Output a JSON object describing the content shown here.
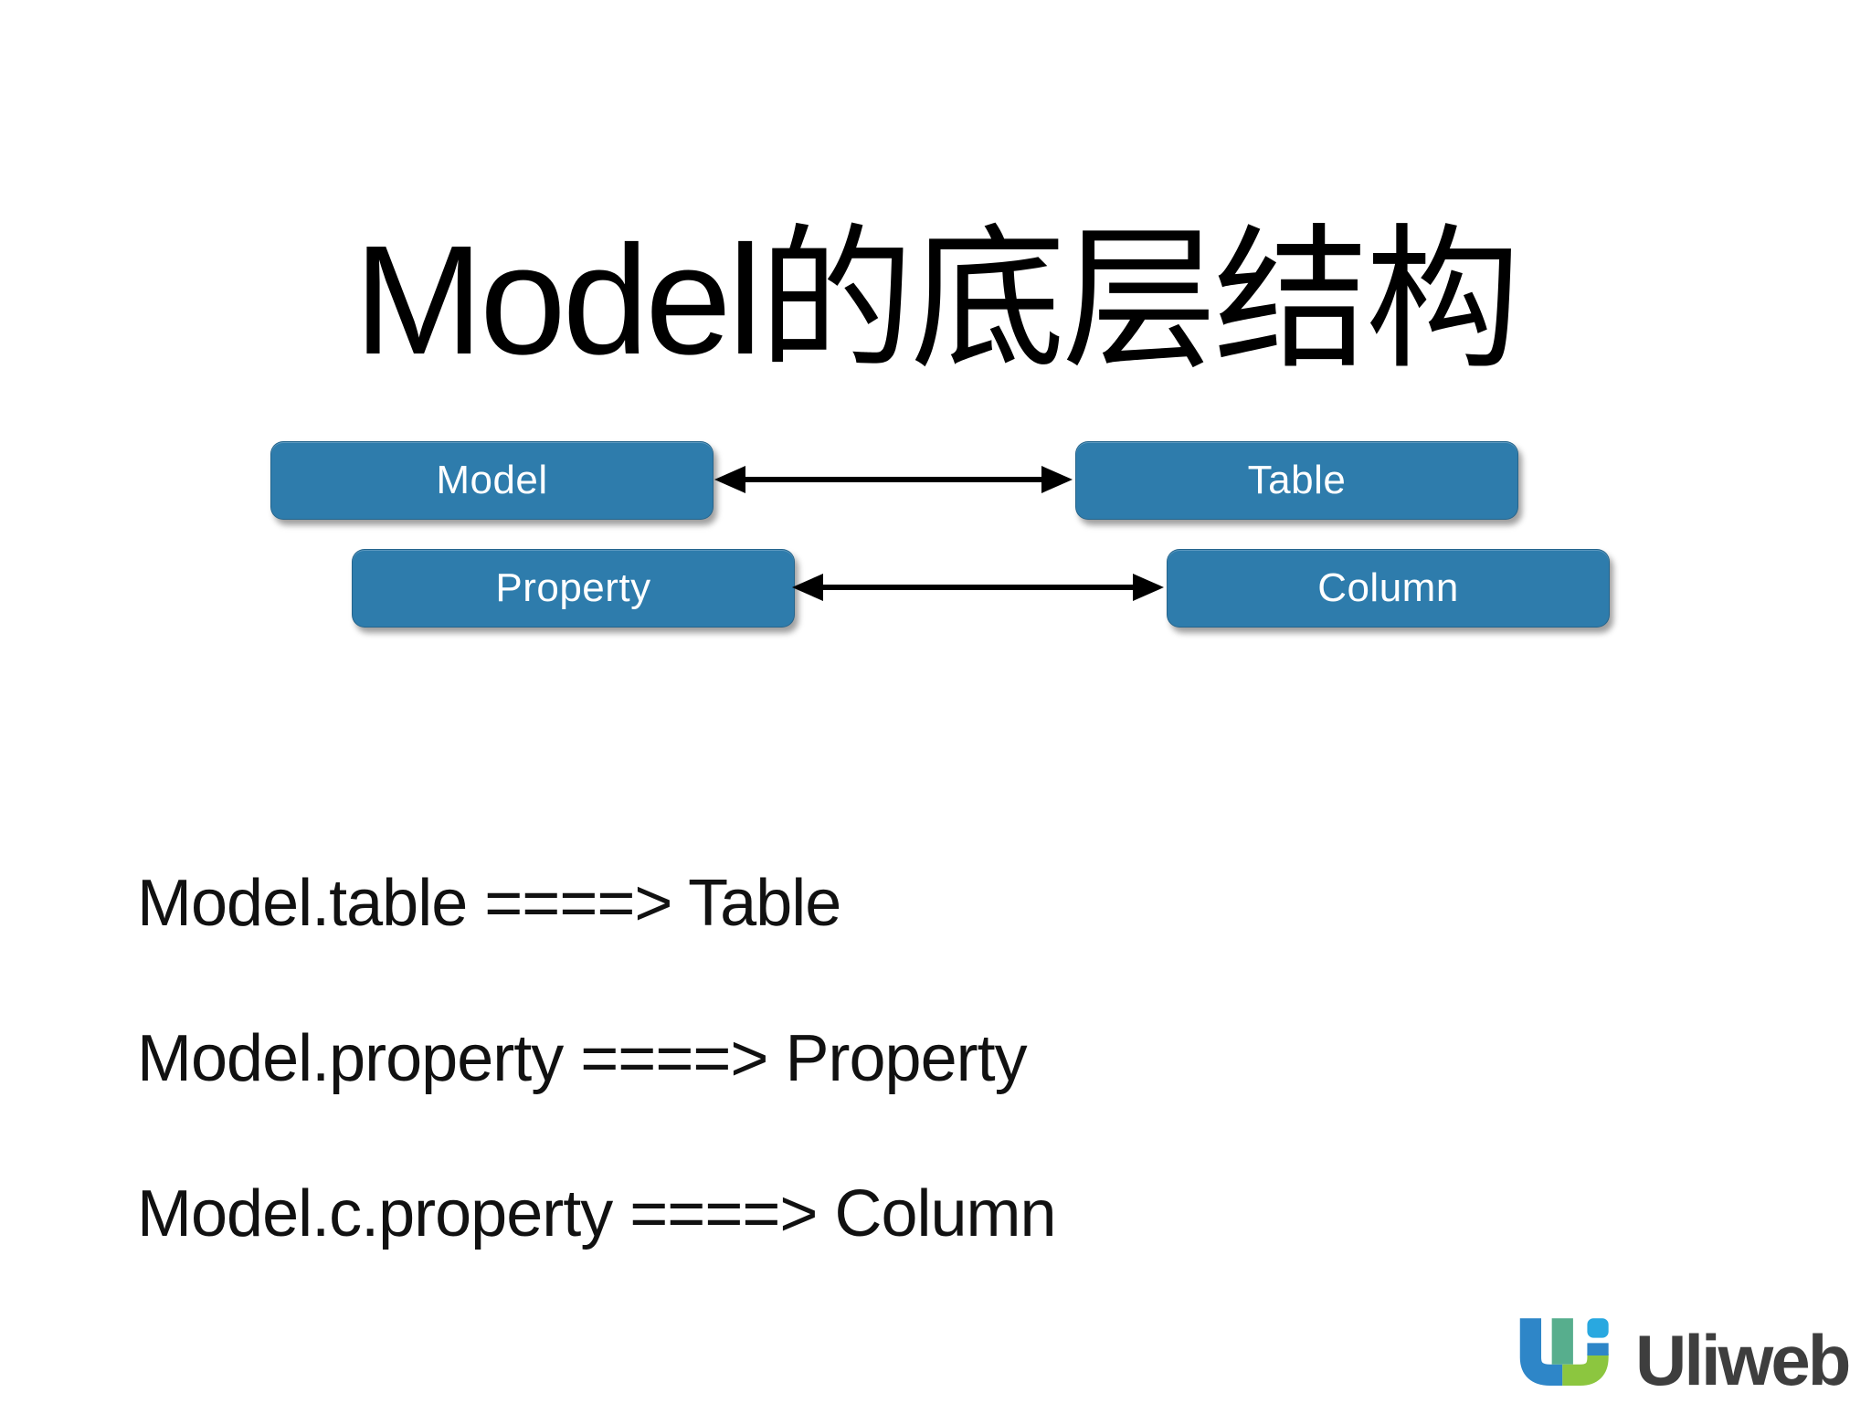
{
  "slide": {
    "title": "Model的底层结构",
    "diagram": {
      "box_color": "#2e7cac",
      "boxes": [
        {
          "id": "model",
          "label": "Model"
        },
        {
          "id": "table",
          "label": "Table"
        },
        {
          "id": "property",
          "label": "Property"
        },
        {
          "id": "column",
          "label": "Column"
        }
      ],
      "connections": [
        {
          "from": "Model",
          "to": "Table",
          "type": "bidirectional"
        },
        {
          "from": "Property",
          "to": "Column",
          "type": "bidirectional"
        }
      ]
    },
    "mappings": [
      "Model.table ====> Table",
      "Model.property ====> Property",
      "Model.c.property ====> Column"
    ],
    "logo": {
      "text": "Uliweb",
      "colors": {
        "blue": "#2e86c8",
        "light_blue": "#29a8e0",
        "teal_green": "#57ae8d",
        "yellow_green": "#8cc63f",
        "text_gray": "#3e3e3e"
      }
    }
  }
}
